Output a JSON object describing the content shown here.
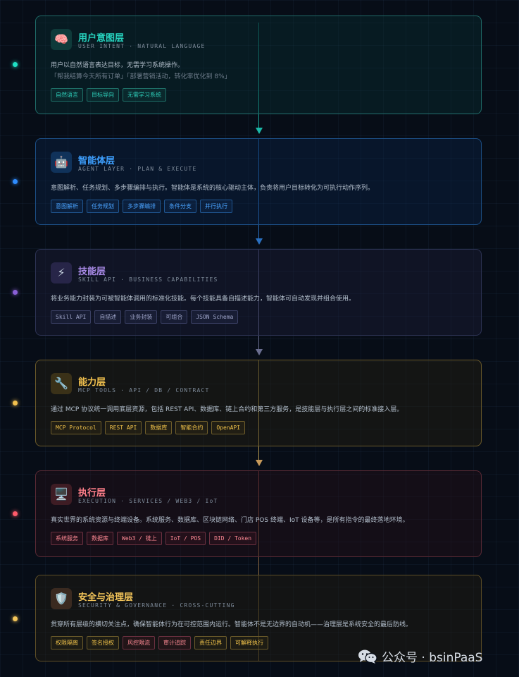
{
  "colors": {
    "teal": "#27d3bf",
    "blue": "#3ea0ff",
    "purple": "#a88ae6",
    "amber": "#f2c14e",
    "red": "#ff7f8a",
    "gold": "#f5c65a"
  },
  "layers": [
    {
      "icon": "brain-icon",
      "title": "用户意图层",
      "subtitle": "USER INTENT · NATURAL LANGUAGE",
      "desc": "用户以自然语言表达目标，无需学习系统操作。",
      "quote": "「帮我结算今天所有订单」「部署营销活动，转化率优化到 8%」",
      "tags": [
        "自然语言",
        "目标导向",
        "无需学习系统"
      ]
    },
    {
      "icon": "robot-icon",
      "title": "智能体层",
      "subtitle": "AGENT LAYER · PLAN & EXECUTE",
      "desc": "意图解析、任务规划、多步骤编排与执行。智能体是系统的核心驱动主体，负责将用户目标转化为可执行动作序列。",
      "tags": [
        "意图解析",
        "任务规划",
        "多步骤编排",
        "条件分支",
        "并行执行"
      ]
    },
    {
      "icon": "lightning-icon",
      "title": "技能层",
      "subtitle": "SKILL API · BUSINESS CAPABILITIES",
      "desc": "将业务能力封装为可被智能体调用的标准化技能。每个技能具备自描述能力，智能体可自动发现并组合使用。",
      "tags": [
        "Skill API",
        "自描述",
        "业务封装",
        "可组合",
        "JSON Schema"
      ]
    },
    {
      "icon": "wrench-icon",
      "title": "能力层",
      "subtitle": "MCP TOOLS · API / DB / CONTRACT",
      "desc": "通过 MCP 协议统一调用底层资源，包括 REST API、数据库、链上合约和第三方服务，是技能层与执行层之间的标准接入层。",
      "tags": [
        "MCP Protocol",
        "REST API",
        "数据库",
        "智能合约",
        "OpenAPI"
      ]
    },
    {
      "icon": "computer-icon",
      "title": "执行层",
      "subtitle": "EXECUTION · SERVICES / WEB3 / IoT",
      "desc": "真实世界的系统资源与终端设备。系统服务、数据库、区块链网络、门店 POS 终端、IoT 设备等，是所有指令的最终落地环境。",
      "tags": [
        "系统服务",
        "数据库",
        "Web3 / 链上",
        "IoT / POS",
        "DID / Token"
      ]
    },
    {
      "icon": "shield-icon",
      "title": "安全与治理层",
      "subtitle": "SECURITY & GOVERNANCE · CROSS-CUTTING",
      "desc": "贯穿所有层级的横切关注点，确保智能体行为在可控范围内运行。智能体不是无边界的自动机——治理层是系统安全的最后防线。",
      "tags": [
        "权限隔离",
        "签名授权",
        "风控限流",
        "审计追踪",
        "责任边界",
        "可解释执行"
      ]
    }
  ],
  "watermark": {
    "icon": "wechat-icon",
    "text": "公众号 · bsinPaaS"
  }
}
